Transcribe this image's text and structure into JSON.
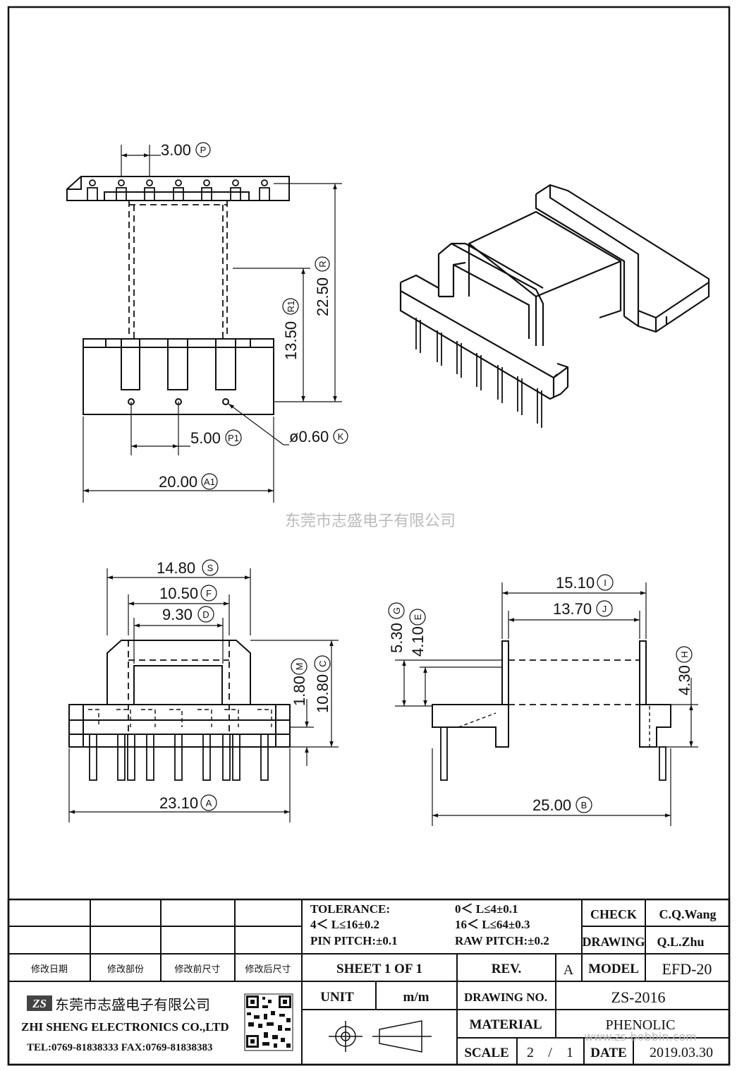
{
  "watermark": "东莞市志盛电子有限公司",
  "watermark_url": "www.zs-bobbin.com",
  "dimensions": {
    "p": {
      "value": "3.00",
      "label": "P"
    },
    "r": {
      "value": "22.50",
      "label": "R"
    },
    "r1": {
      "value": "13.50",
      "label": "R1"
    },
    "p1": {
      "value": "5.00",
      "label": "P1"
    },
    "k": {
      "value": "ø0.60",
      "label": "K"
    },
    "a1": {
      "value": "20.00",
      "label": "A1"
    },
    "s": {
      "value": "14.80",
      "label": "S"
    },
    "f": {
      "value": "10.50",
      "label": "F"
    },
    "d": {
      "value": "9.30",
      "label": "D"
    },
    "m": {
      "value": "1.80",
      "label": "M"
    },
    "c": {
      "value": "10.80",
      "label": "C"
    },
    "a": {
      "value": "23.10",
      "label": "A"
    },
    "i": {
      "value": "15.10",
      "label": "I"
    },
    "j": {
      "value": "13.70",
      "label": "J"
    },
    "g": {
      "value": "5.30",
      "label": "G"
    },
    "e": {
      "value": "4.10",
      "label": "E"
    },
    "h": {
      "value": "4.30",
      "label": "H"
    },
    "b": {
      "value": "25.00",
      "label": "B"
    }
  },
  "title_block": {
    "tolerance_label": "TOLERANCE:",
    "tol1": "0＜ L≤4±0.1",
    "tol2": "4＜ L≤16±0.2",
    "tol3": "16＜ L≤64±0.3",
    "pin_pitch": "PIN PITCH:±0.1",
    "raw_pitch": "RAW PITCH:±0.2",
    "check_label": "CHECK",
    "check_value": "C.Q.Wang",
    "drawing_label": "DRAWING",
    "drawing_value": "Q.L.Zhu",
    "rev_headers": [
      "修改日期",
      "修改部份",
      "修改前尺寸",
      "修改后尺寸"
    ],
    "sheet": "SHEET 1 OF 1",
    "rev_label": "REV.",
    "rev_value": "A",
    "model_label": "MODEL",
    "model_value": "EFD-20",
    "company_cn": "东莞市志盛电子有限公司",
    "company_en": "ZHI SHENG ELECTRONICS CO.,LTD",
    "contact": "TEL:0769-81838333 FAX:0769-81838383",
    "logo_text": "ZS",
    "unit_label": "UNIT",
    "unit_value": "m/m",
    "drawing_no_label": "DRAWING NO.",
    "drawing_no_value": "ZS-2016",
    "material_label": "MATERIAL",
    "material_value": "PHENOLIC",
    "scale_label": "SCALE",
    "scale_num": "2",
    "scale_sep": "/",
    "scale_den": "1",
    "date_label": "DATE",
    "date_value": "2019.03.30"
  }
}
